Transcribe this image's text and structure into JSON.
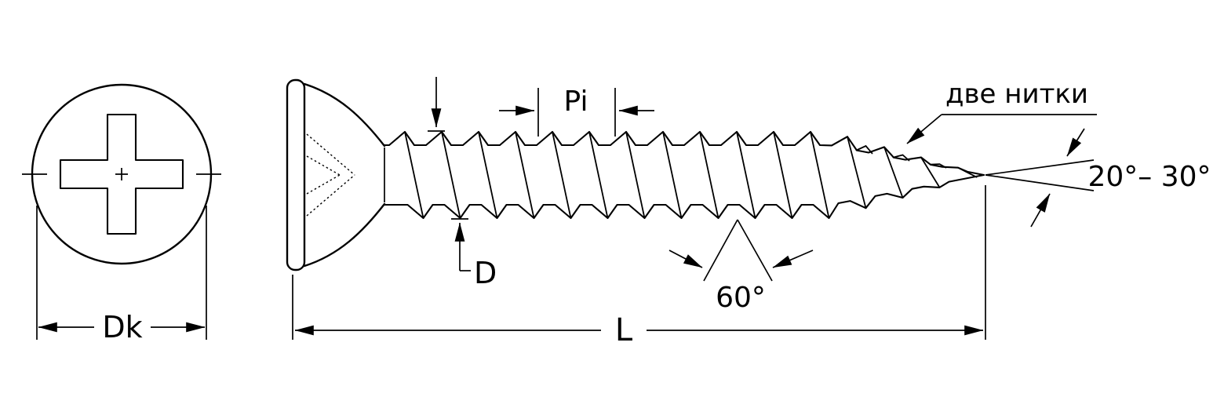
{
  "diagram": {
    "labels": {
      "head_diameter": "Dk",
      "thread_pitch": "Pi",
      "thread_diameter": "D",
      "overall_length": "L",
      "double_thread_note": "две нитки",
      "tip_angle": "20°– 30°",
      "thread_profile_angle": "60°"
    },
    "colors": {
      "ink": "#000000",
      "background": "#ffffff"
    }
  }
}
